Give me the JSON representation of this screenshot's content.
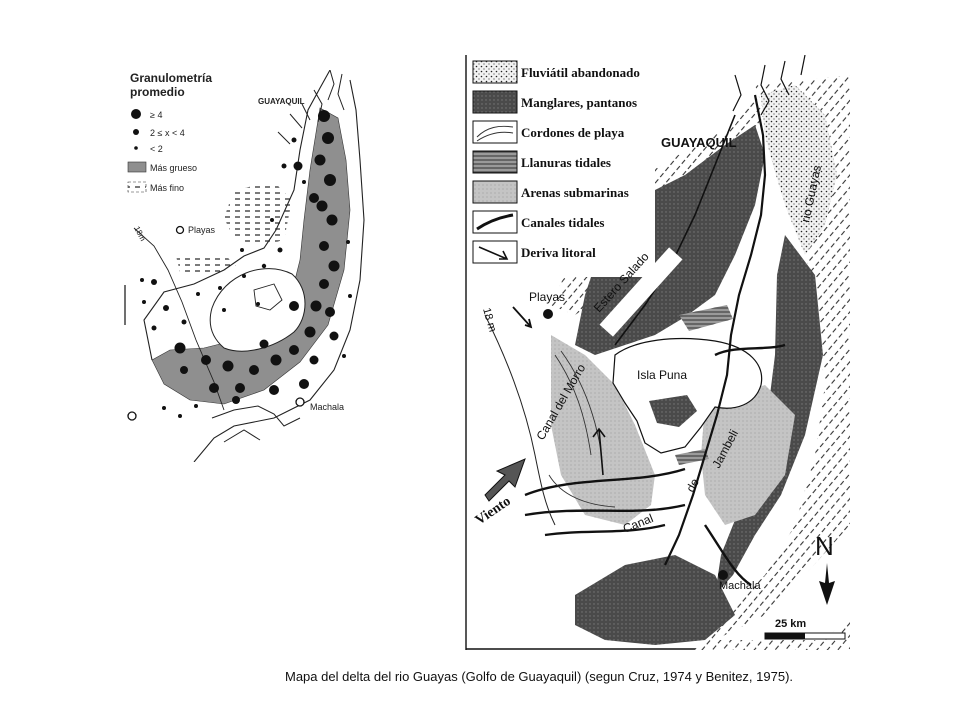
{
  "caption": "Mapa del delta del rio Guayas (Golfo de Guayaquil) (segun Cruz, 1974 y Benitez, 1975).",
  "left_map": {
    "legend_title_1": "Granulometría",
    "legend_title_2": "promedio",
    "legend_items": [
      "≥ 4",
      "2 ≤ x < 4",
      "< 2",
      "Más grueso",
      "Más fino"
    ],
    "labels": {
      "guayaquil": "GUAYAQUIL",
      "playas": "Playas",
      "machala": "Machala",
      "isobath": "18m"
    }
  },
  "right_map": {
    "legend_items": [
      "Fluviátil abandonado",
      "Manglares, pantanos",
      "Cordones de playa",
      "Llanuras tidales",
      "Arenas submarinas",
      "Canales tidales",
      "Deriva litoral"
    ],
    "labels": {
      "guayaquil": "GUAYAQUIL",
      "rio_guayas": "rio Guayas",
      "estero_salado": "Estero Salado",
      "playas": "Playas",
      "isobath": "18 m",
      "canal_morro": "Canal del Morro",
      "isla_puna": "Isla Puna",
      "canal_jambeli_1": "Canal",
      "canal_jambeli_2": "de",
      "canal_jambeli_3": "Jambeli",
      "viento": "Viento",
      "machala": "Machala",
      "north": "N",
      "scale": "25 km"
    }
  },
  "colors": {
    "ink": "#111111",
    "coarse_fill": "#8f8f8f",
    "mangrove_fill": "#4a4a4a",
    "sand_fill": "#bdbdbd"
  }
}
